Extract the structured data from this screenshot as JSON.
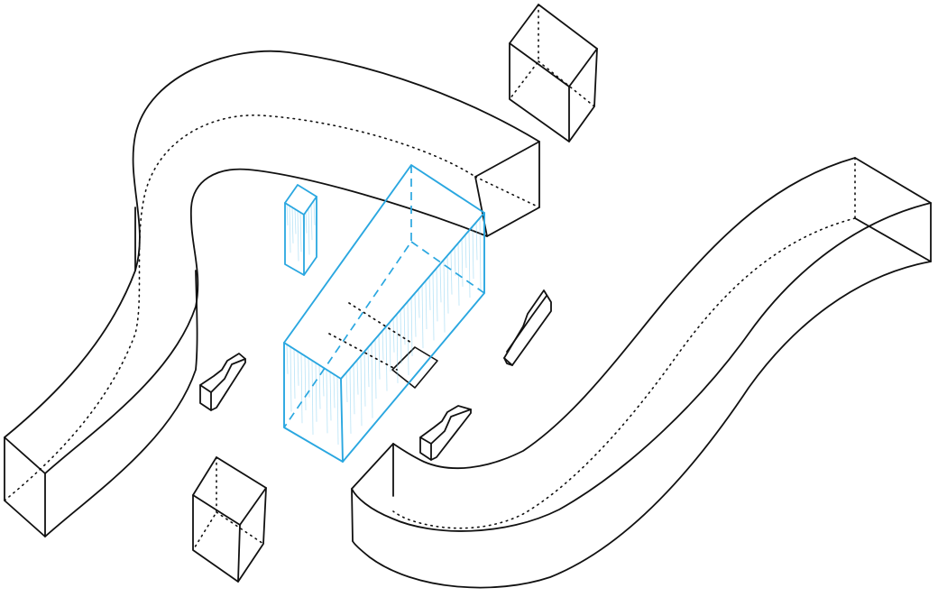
{
  "drawing": {
    "ink_color": "#111111",
    "accent_color": "#2aa7e0",
    "hatch_color": "#7fcdf0",
    "background_color": "#ffffff"
  },
  "shapes": [
    {
      "name": "curved-wall-left",
      "kind": "curved-wall",
      "color": "ink"
    },
    {
      "name": "curved-wall-right",
      "kind": "curved-wall",
      "color": "ink"
    },
    {
      "name": "cube-top-right",
      "kind": "box",
      "color": "ink"
    },
    {
      "name": "cube-bottom-left",
      "kind": "box",
      "color": "ink"
    },
    {
      "name": "tall-prism",
      "kind": "box",
      "color": "accent"
    },
    {
      "name": "central-block",
      "kind": "box",
      "color": "accent"
    },
    {
      "name": "ramp-left",
      "kind": "stepped-wedge",
      "color": "ink"
    },
    {
      "name": "ramp-center",
      "kind": "stepped-wedge",
      "color": "ink"
    },
    {
      "name": "ramp-right",
      "kind": "stepped-wedge",
      "color": "ink"
    },
    {
      "name": "floor-plate",
      "kind": "plane",
      "color": "ink"
    }
  ]
}
